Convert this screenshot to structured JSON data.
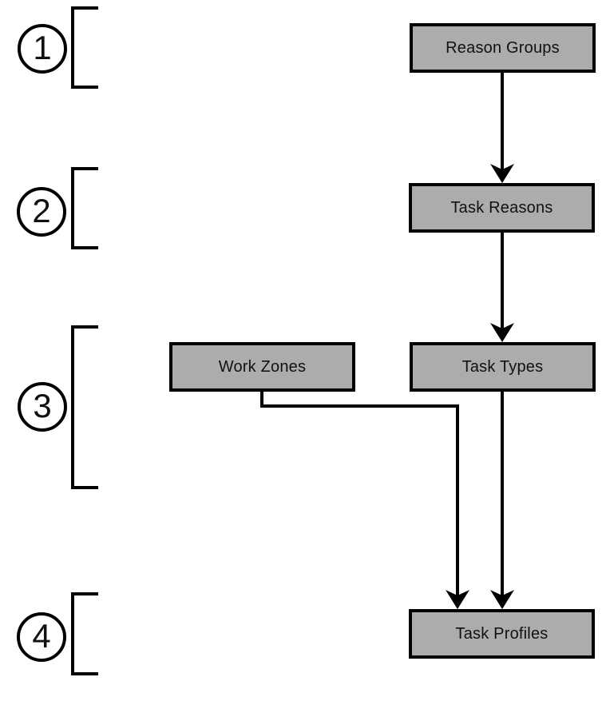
{
  "steps": [
    {
      "number": "1"
    },
    {
      "number": "2"
    },
    {
      "number": "3"
    },
    {
      "number": "4"
    }
  ],
  "nodes": {
    "reason_groups": {
      "label": "Reason Groups"
    },
    "task_reasons": {
      "label": "Task Reasons"
    },
    "work_zones": {
      "label": "Work Zones"
    },
    "task_types": {
      "label": "Task Types"
    },
    "task_profiles": {
      "label": "Task Profiles"
    }
  },
  "connections": [
    {
      "from": "Reason Groups",
      "to": "Task Reasons",
      "style": "arrow"
    },
    {
      "from": "Task Reasons",
      "to": "Task Types",
      "style": "arrow"
    },
    {
      "from": "Task Types",
      "to": "Task Profiles",
      "style": "arrow"
    },
    {
      "from": "Work Zones",
      "to": "Task Profiles",
      "style": "elbow-arrow"
    }
  ],
  "colors": {
    "node_fill": "#acacac",
    "node_border": "#000000",
    "line_color": "#000000",
    "text_color": "#111111",
    "background": "#ffffff"
  }
}
